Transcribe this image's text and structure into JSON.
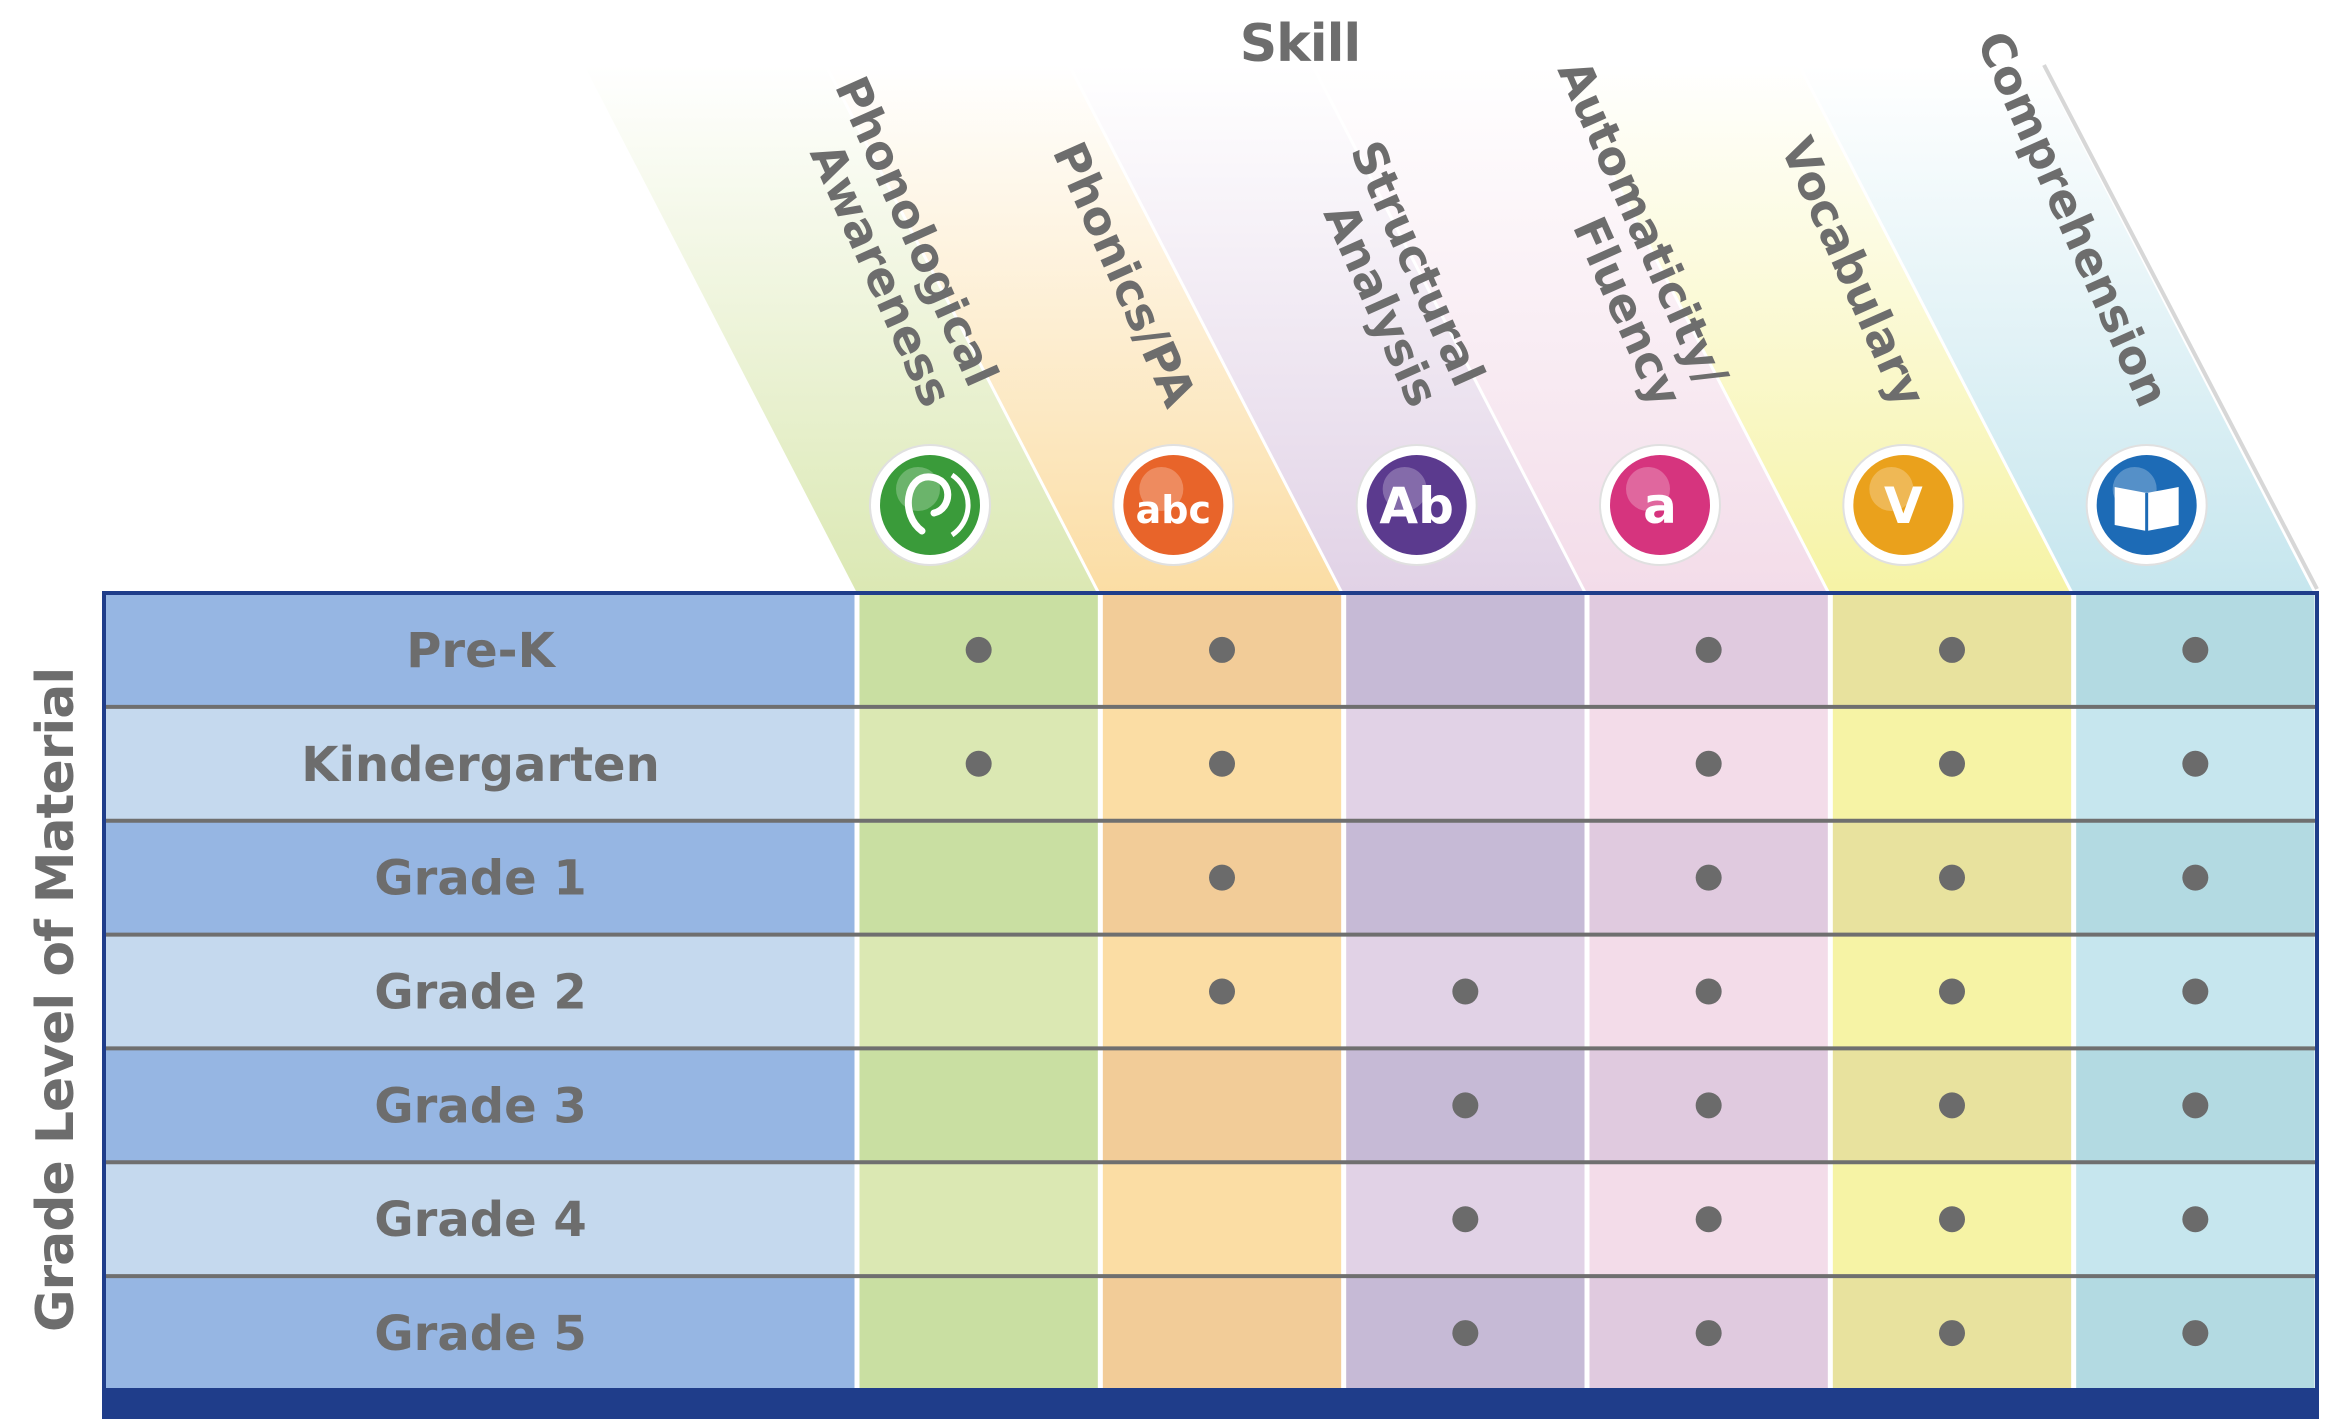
{
  "header": {
    "title": "Skill"
  },
  "axis": {
    "label": "Grade Level of Material"
  },
  "skills": [
    {
      "lines": [
        "Phonological",
        "Awareness"
      ],
      "icon": "ear-icon",
      "glyph": "",
      "color": "#3a9b3a",
      "light": "#dbe8b3",
      "dark": "#c9dfa2"
    },
    {
      "lines": [
        "Phonics/PA"
      ],
      "icon": "abc-icon",
      "glyph": "abc",
      "color": "#e8642a",
      "light": "#fbdda4",
      "dark": "#f2cc98"
    },
    {
      "lines": [
        "Structural",
        "Analysis"
      ],
      "icon": "ab-magnifier-icon",
      "glyph": "Ab",
      "color": "#5b3a8e",
      "light": "#e1d2e6",
      "dark": "#c6bad6"
    },
    {
      "lines": [
        "Automaticity/",
        "Fluency"
      ],
      "icon": "stopwatch-icon",
      "glyph": "a",
      "color": "#d6347e",
      "light": "#f3dce9",
      "dark": "#e0cadf"
    },
    {
      "lines": [
        "Vocabulary"
      ],
      "icon": "v-icon",
      "glyph": "V",
      "color": "#eaa11c",
      "light": "#f6f3a5",
      "dark": "#e8e29e"
    },
    {
      "lines": [
        "Comprehension"
      ],
      "icon": "book-icon",
      "glyph": "",
      "color": "#1d6bb6",
      "light": "#c6e6ee",
      "dark": "#b3dae2"
    }
  ],
  "grades": [
    {
      "label": "Pre-K",
      "marks": [
        true,
        true,
        false,
        true,
        true,
        true
      ]
    },
    {
      "label": "Kindergarten",
      "marks": [
        true,
        true,
        false,
        true,
        true,
        true
      ]
    },
    {
      "label": "Grade 1",
      "marks": [
        false,
        true,
        false,
        true,
        true,
        true
      ]
    },
    {
      "label": "Grade 2",
      "marks": [
        false,
        true,
        true,
        true,
        true,
        true
      ]
    },
    {
      "label": "Grade 3",
      "marks": [
        false,
        false,
        true,
        true,
        true,
        true
      ]
    },
    {
      "label": "Grade 4",
      "marks": [
        false,
        false,
        true,
        true,
        true,
        true
      ]
    },
    {
      "label": "Grade 5",
      "marks": [
        false,
        false,
        true,
        true,
        true,
        true
      ]
    }
  ],
  "colors": {
    "border": "#1f3d8a",
    "rowDark": "#96b6e3",
    "rowLight": "#c5d9ee",
    "text": "#6d6d6d",
    "dot": "#6b6b6b",
    "separator": "#6f6f6f"
  }
}
